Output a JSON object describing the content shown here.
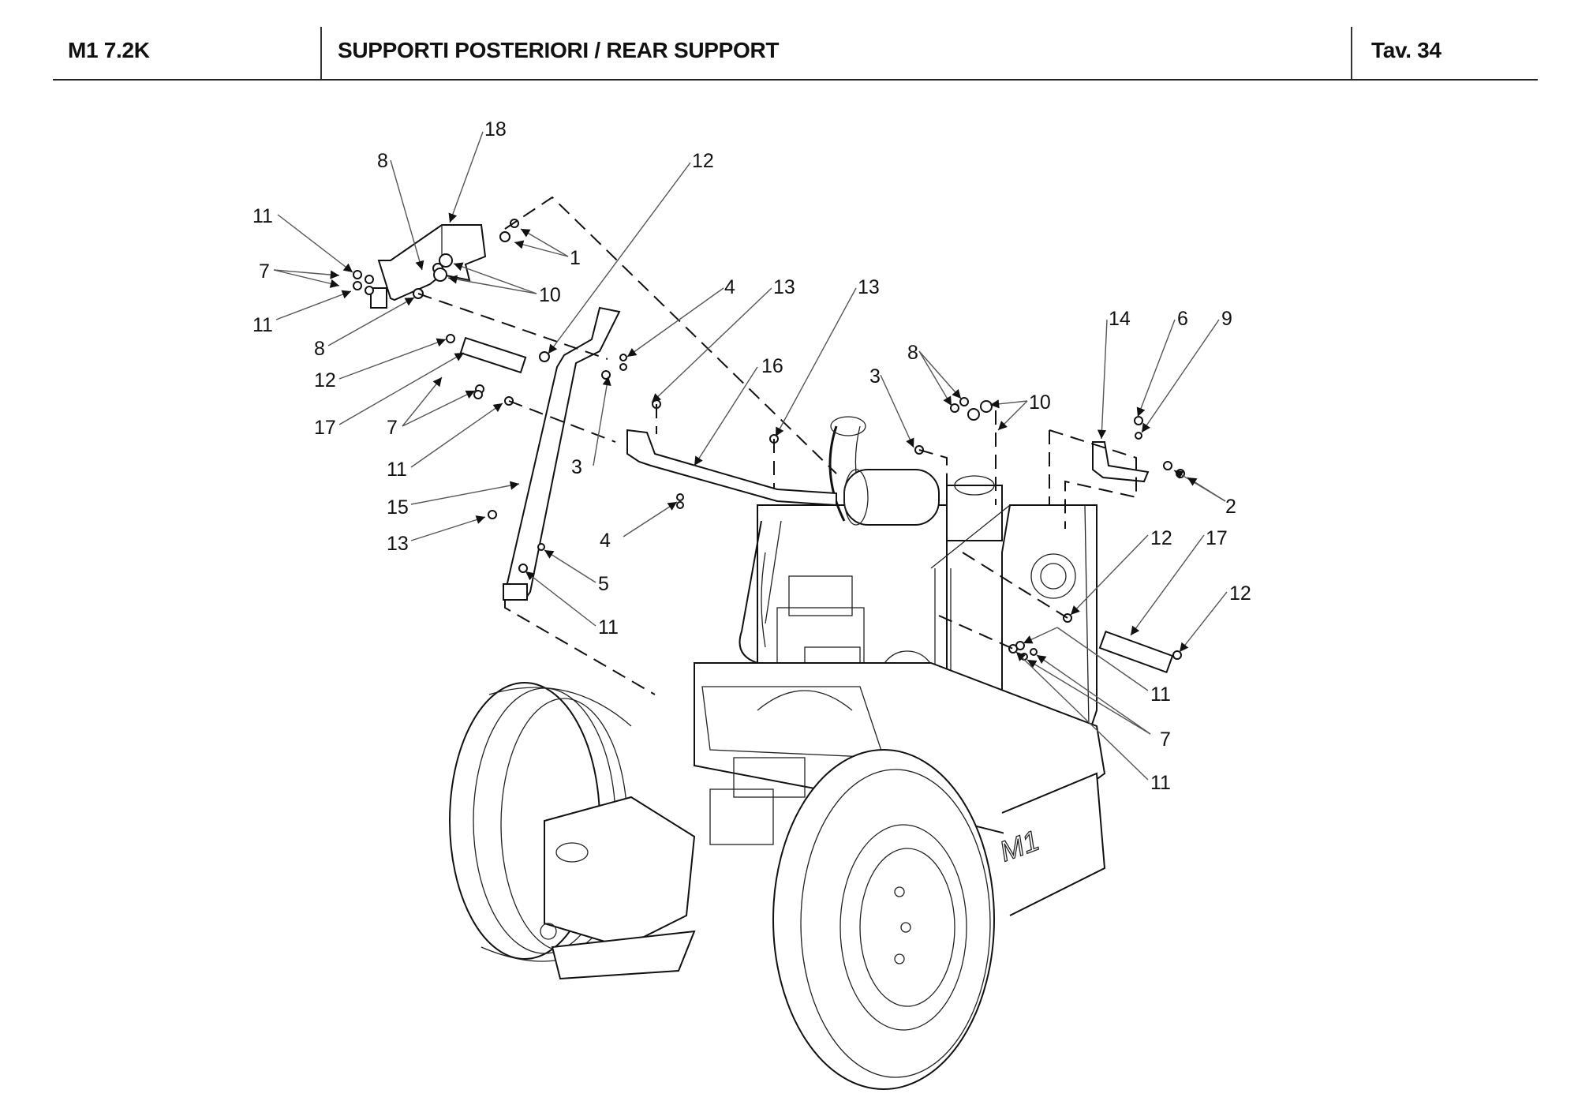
{
  "header": {
    "model": "M1 7.2K",
    "title": "SUPPORTI POSTERIORI / REAR SUPPORT",
    "table_ref": "Tav.  34"
  },
  "diagram": {
    "type": "exploded-parts-view",
    "subject": "Rear support assembly on tractor chassis",
    "brand_mark": "M1",
    "callouts": [
      {
        "id": "c18",
        "label": "18"
      },
      {
        "id": "c8a",
        "label": "8"
      },
      {
        "id": "c11a",
        "label": "11"
      },
      {
        "id": "c7a",
        "label": "7"
      },
      {
        "id": "c1",
        "label": "1"
      },
      {
        "id": "c10a",
        "label": "10"
      },
      {
        "id": "c11b",
        "label": "11"
      },
      {
        "id": "c8b",
        "label": "8"
      },
      {
        "id": "c12a",
        "label": "12"
      },
      {
        "id": "c12b",
        "label": "12"
      },
      {
        "id": "c17a",
        "label": "17"
      },
      {
        "id": "c7b",
        "label": "7"
      },
      {
        "id": "c11c",
        "label": "11"
      },
      {
        "id": "c15",
        "label": "15"
      },
      {
        "id": "c13a",
        "label": "13"
      },
      {
        "id": "c5",
        "label": "5"
      },
      {
        "id": "c11d",
        "label": "11"
      },
      {
        "id": "c4a",
        "label": "4"
      },
      {
        "id": "c13b",
        "label": "13"
      },
      {
        "id": "c13c",
        "label": "13"
      },
      {
        "id": "c3a",
        "label": "3"
      },
      {
        "id": "c16",
        "label": "16"
      },
      {
        "id": "c4b",
        "label": "4"
      },
      {
        "id": "c3b",
        "label": "3"
      },
      {
        "id": "c8c",
        "label": "8"
      },
      {
        "id": "c10b",
        "label": "10"
      },
      {
        "id": "c14",
        "label": "14"
      },
      {
        "id": "c6",
        "label": "6"
      },
      {
        "id": "c9",
        "label": "9"
      },
      {
        "id": "c2",
        "label": "2"
      },
      {
        "id": "c12c",
        "label": "12"
      },
      {
        "id": "c17b",
        "label": "17"
      },
      {
        "id": "c12d",
        "label": "12"
      },
      {
        "id": "c11e",
        "label": "11"
      },
      {
        "id": "c7c",
        "label": "7"
      },
      {
        "id": "c11f",
        "label": "11"
      }
    ]
  }
}
